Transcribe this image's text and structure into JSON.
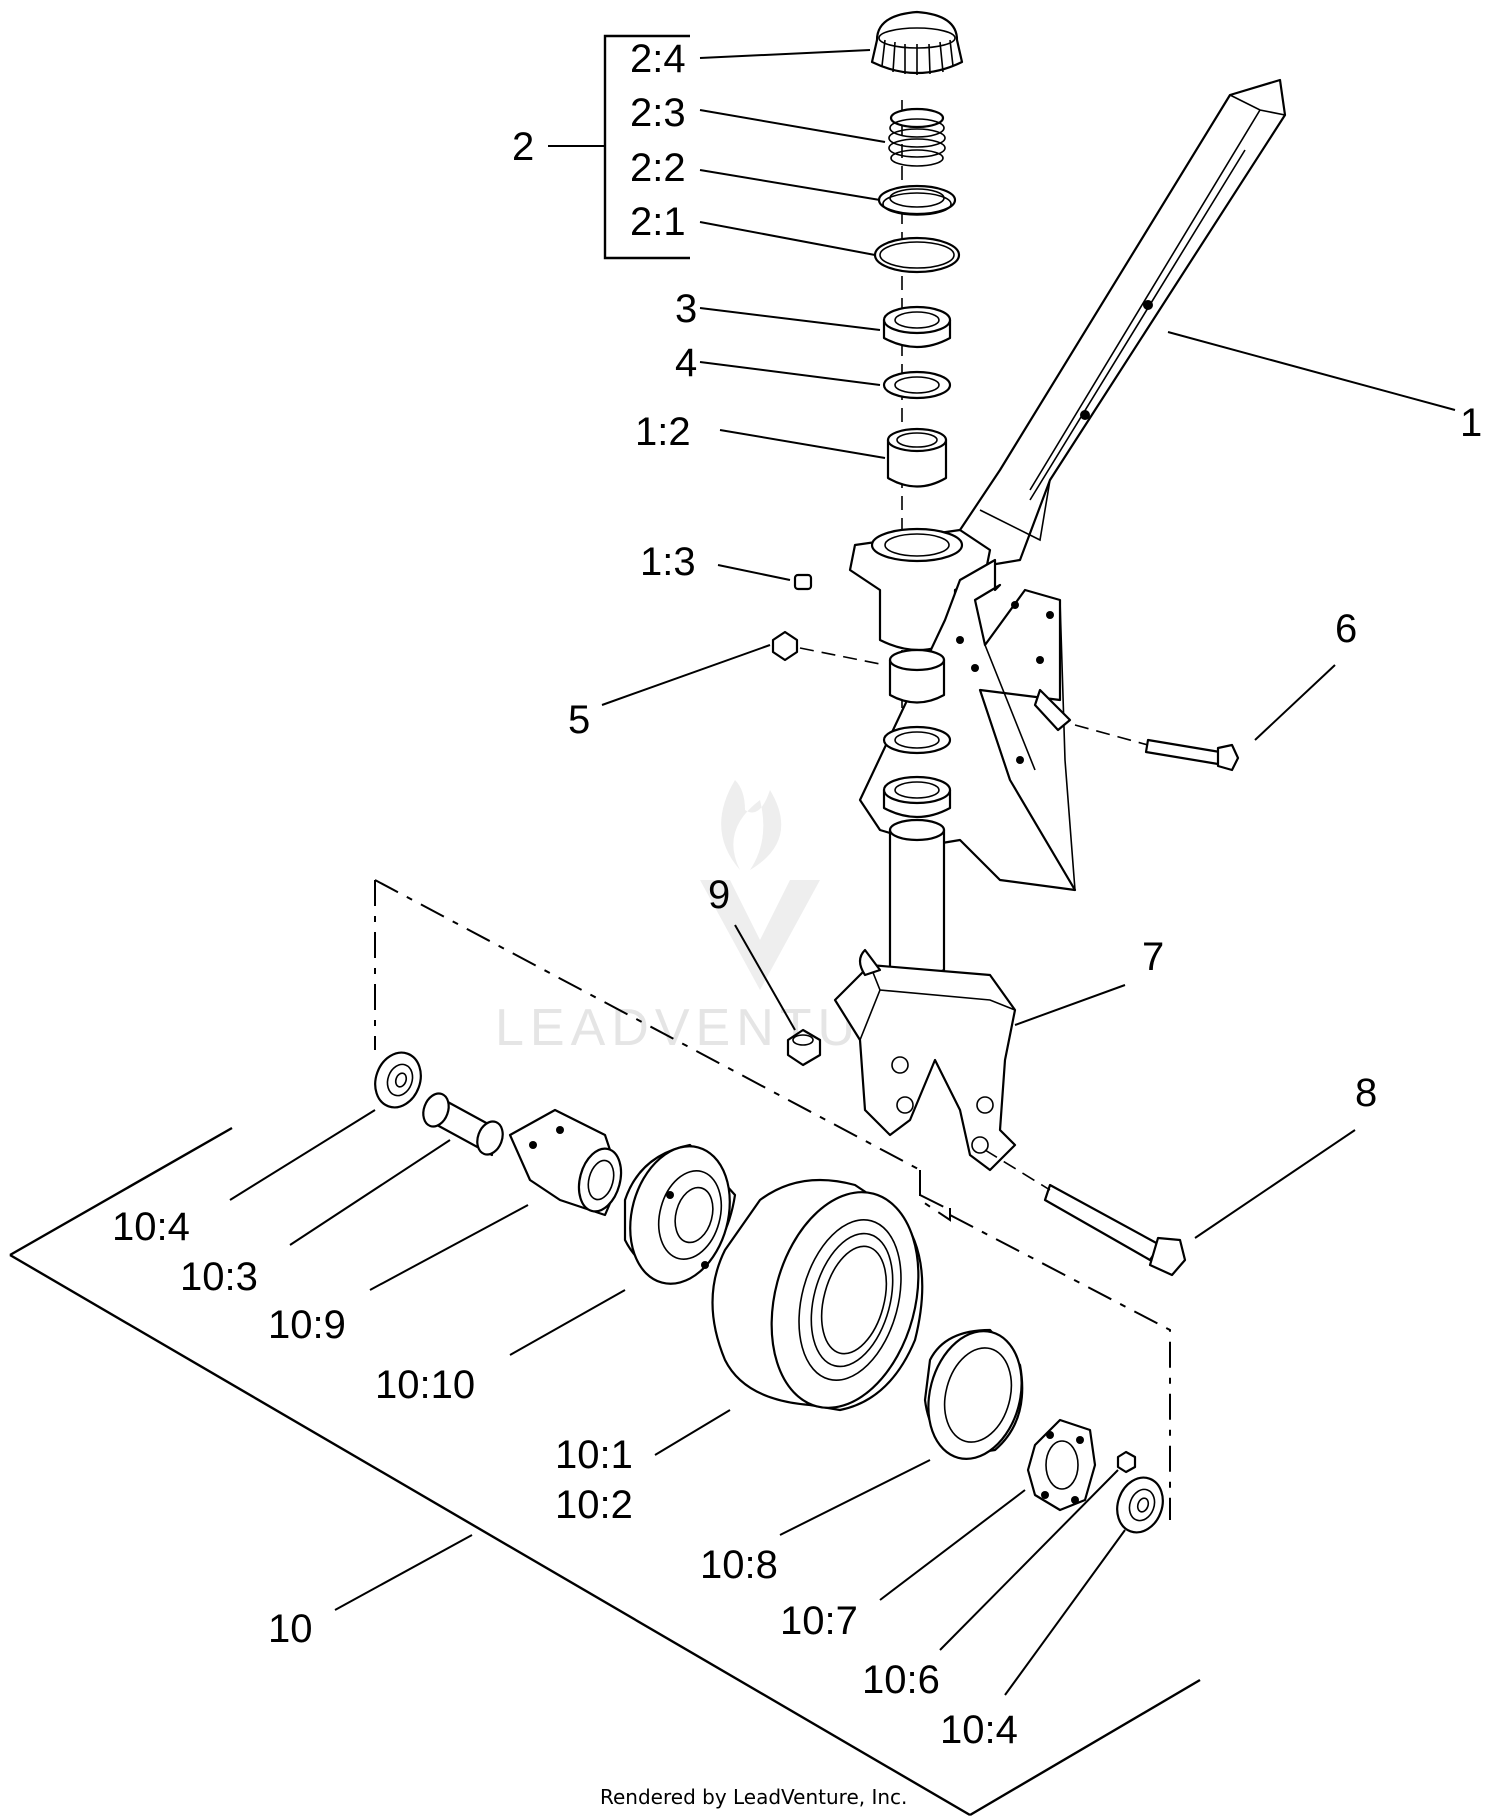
{
  "callouts": {
    "c2_4": "2:4",
    "c2_3": "2:3",
    "c2_2": "2:2",
    "c2_1": "2:1",
    "c2": "2",
    "c3": "3",
    "c4": "4",
    "c1_2": "1:2",
    "c1": "1",
    "c1_3": "1:3",
    "c5": "5",
    "c6": "6",
    "c9": "9",
    "c7": "7",
    "c8": "8",
    "c10_4a": "10:4",
    "c10_3": "10:3",
    "c10_9": "10:9",
    "c10_10": "10:10",
    "c10_1": "10:1",
    "c10_2": "10:2",
    "c10_8": "10:8",
    "c10_7": "10:7",
    "c10_6": "10:6",
    "c10_4b": "10:4",
    "c10": "10"
  },
  "watermark": "LEADVENTURE",
  "footer": "Rendered by LeadVenture, Inc."
}
